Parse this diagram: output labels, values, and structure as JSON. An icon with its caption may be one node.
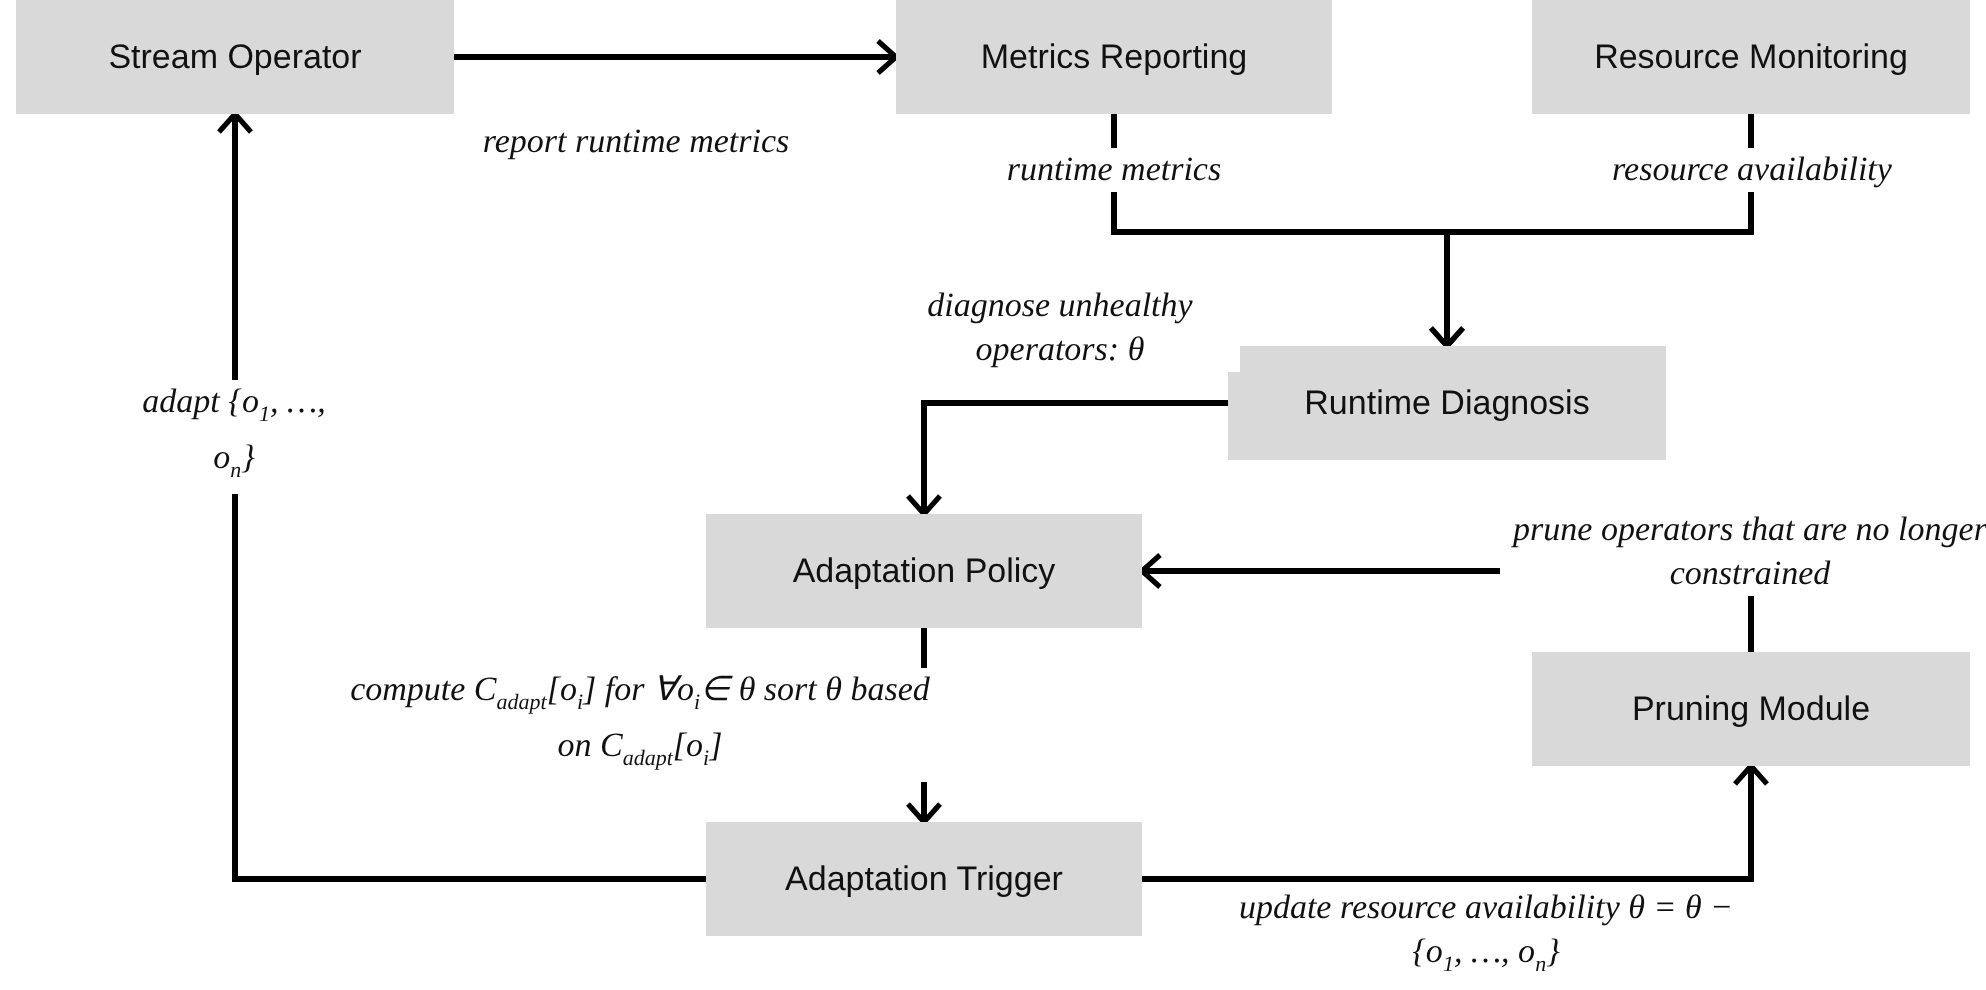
{
  "diagram": {
    "nodes": [
      {
        "text": [
          "Stream Operator"
        ]
      },
      {
        "text": [
          "Metrics Reporting"
        ]
      },
      {
        "text": [
          "Resource Monitoring"
        ]
      },
      {
        "text": [
          "Runtime Diagnosis"
        ]
      },
      {
        "text": [
          "Adaptation Policy"
        ]
      },
      {
        "text": [
          "Pruning Module"
        ]
      },
      {
        "text": [
          "Adaptation Trigger"
        ]
      }
    ],
    "edges": [
      {
        "from": 0,
        "to": 1,
        "arrow": "to",
        "label": "report runtime metrics"
      },
      {
        "from": 1,
        "to": 3,
        "arrow": "to",
        "label": "runtime metrics"
      },
      {
        "from": 2,
        "to": 3,
        "arrow": "to",
        "label": "resource availability"
      },
      {
        "from": 3,
        "to": 4,
        "arrow": "to",
        "label": "diagnose unhealthy operators: θ"
      },
      {
        "from": 4,
        "to": 6,
        "arrow": "to",
        "label": "compute C$_{adapt}$[o$_{i}$] for ∀o$_{i}$∈ θ sort θ based on C$_{adapt}$[o$_{i}$]"
      },
      {
        "from": 6,
        "to": 0,
        "arrow": "to",
        "label": "adapt {o$_{1}$, …, o$_{n}$}"
      },
      {
        "from": 6,
        "to": 5,
        "arrow": "to",
        "label": "update resource availability θ = θ − {o$_{1}$, …, o$_{n}$}"
      },
      {
        "from": 5,
        "to": 4,
        "arrow": "to",
        "label": "prune operators that are no longer constrained"
      }
    ]
  }
}
